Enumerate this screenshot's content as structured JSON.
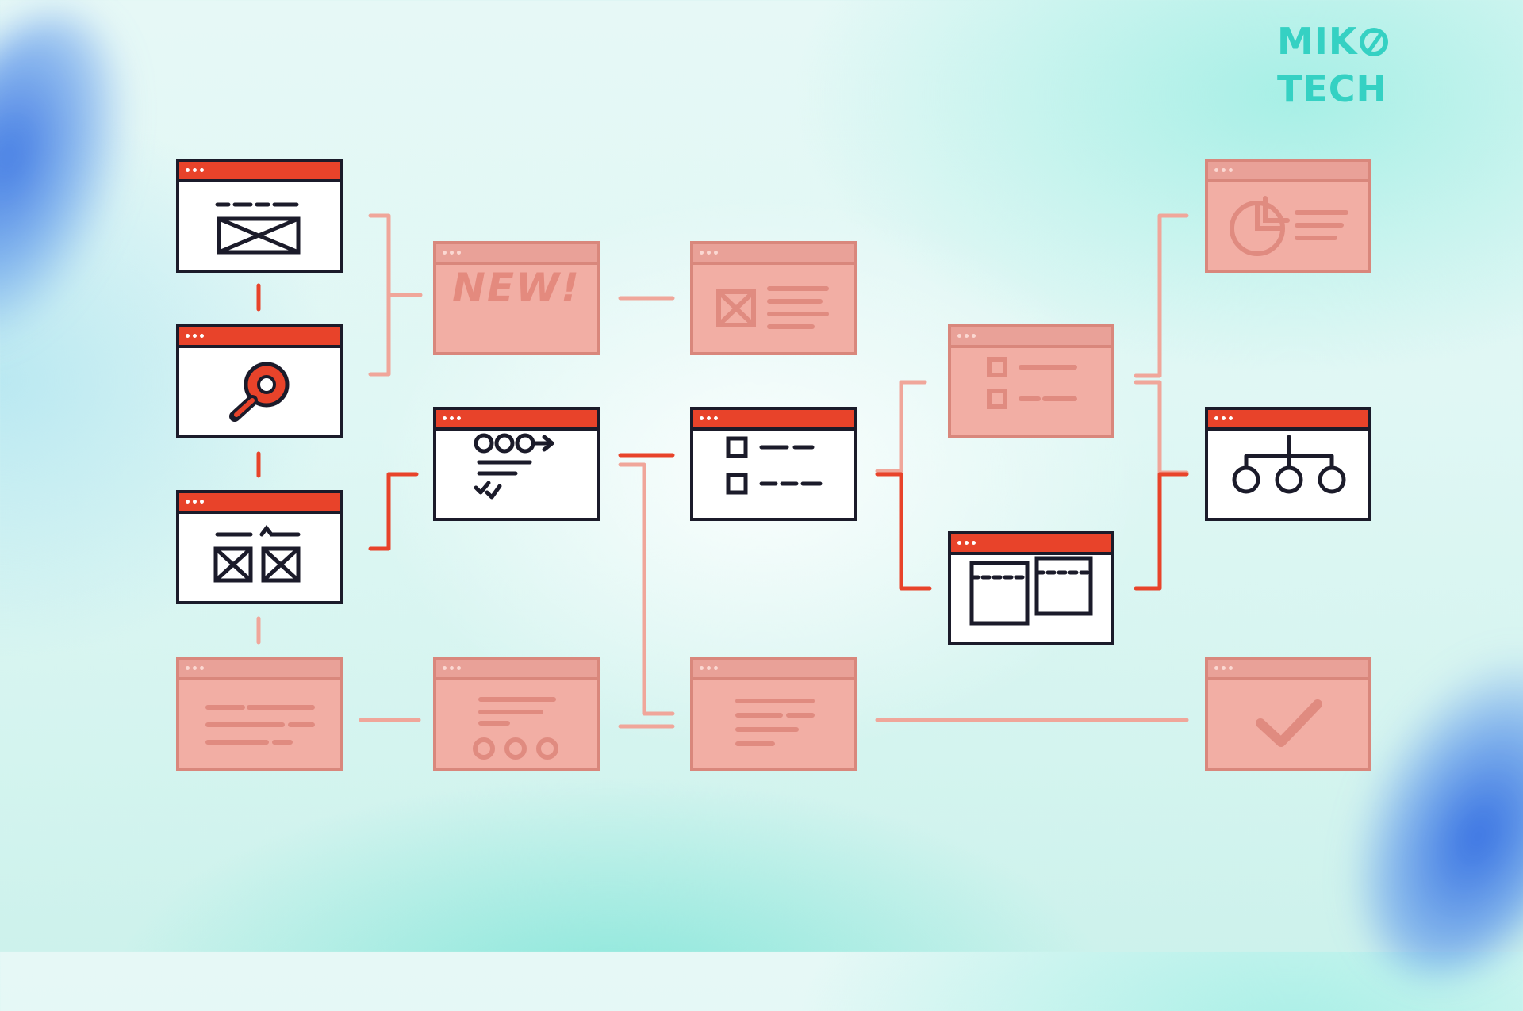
{
  "brand": {
    "logo_text_left": "MIK",
    "logo_text_right": "TECH",
    "logo_color": "#35d1c3"
  },
  "colors": {
    "accent": "#e8432a",
    "outline": "#1b1b2a",
    "faded_fill": "#f2aea4",
    "faded_outline": "#d9877c"
  },
  "windows": [
    {
      "id": "layout-wireframe",
      "icon": "image-placeholder-icon",
      "state": "active"
    },
    {
      "id": "search",
      "icon": "magnifier-icon",
      "state": "active"
    },
    {
      "id": "gallery",
      "icon": "two-image-placeholders-icon",
      "state": "active"
    },
    {
      "id": "text-doc",
      "icon": "text-lines-icon",
      "state": "faded"
    },
    {
      "id": "new",
      "icon": "new-badge-icon",
      "state": "faded",
      "label": "NEW!"
    },
    {
      "id": "checkout-steps",
      "icon": "progress-steps-icon",
      "state": "active"
    },
    {
      "id": "options-carousel",
      "icon": "dots-carousel-icon",
      "state": "faded"
    },
    {
      "id": "article-image",
      "icon": "image-with-text-icon",
      "state": "faded"
    },
    {
      "id": "checklist",
      "icon": "checkbox-list-icon",
      "state": "active"
    },
    {
      "id": "article-text",
      "icon": "text-lines-icon",
      "state": "faded"
    },
    {
      "id": "form-checkboxes",
      "icon": "checkbox-list-icon",
      "state": "faded"
    },
    {
      "id": "split-panels",
      "icon": "two-panels-icon",
      "state": "active"
    },
    {
      "id": "analytics",
      "icon": "pie-chart-icon",
      "state": "faded"
    },
    {
      "id": "sitemap",
      "icon": "hierarchy-icon",
      "state": "active"
    },
    {
      "id": "complete",
      "icon": "checkmark-icon",
      "state": "faded"
    }
  ]
}
